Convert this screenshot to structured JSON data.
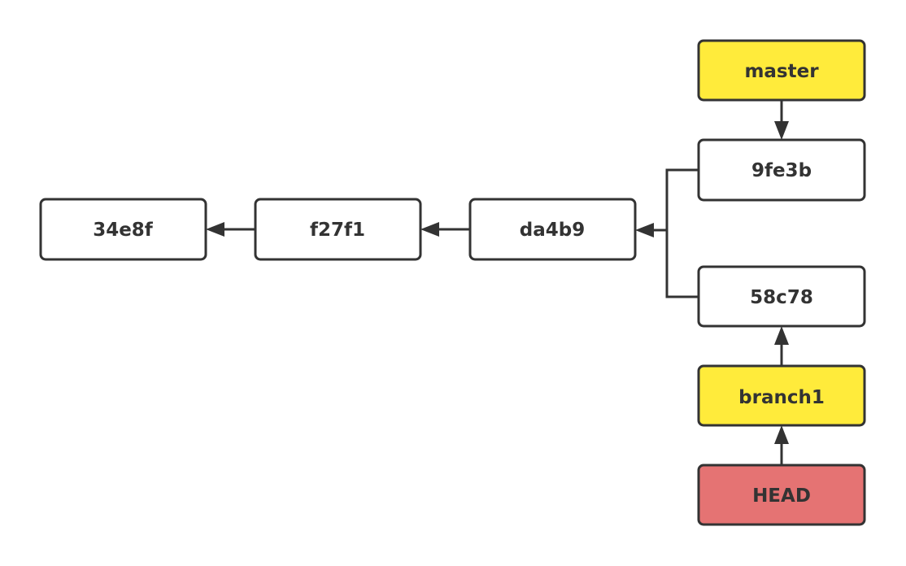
{
  "colors": {
    "commit": "#FFFFFF",
    "branch": "#FFEB3B",
    "head": "#E57373",
    "stroke": "#333333"
  },
  "nodes": {
    "c1": {
      "label": "34e8f",
      "kind": "commit"
    },
    "c2": {
      "label": "f27f1",
      "kind": "commit"
    },
    "c3": {
      "label": "da4b9",
      "kind": "commit"
    },
    "c4": {
      "label": "9fe3b",
      "kind": "commit"
    },
    "c5": {
      "label": "58c78",
      "kind": "commit"
    },
    "master": {
      "label": "master",
      "kind": "branch"
    },
    "branch1": {
      "label": "branch1",
      "kind": "branch"
    },
    "head": {
      "label": "HEAD",
      "kind": "head"
    }
  },
  "edges": [
    {
      "from": "c2",
      "to": "c1"
    },
    {
      "from": "c3",
      "to": "c2"
    },
    {
      "from": "c4",
      "to": "c3"
    },
    {
      "from": "c5",
      "to": "c3"
    },
    {
      "from": "master",
      "to": "c4"
    },
    {
      "from": "branch1",
      "to": "c5"
    },
    {
      "from": "head",
      "to": "branch1"
    }
  ]
}
